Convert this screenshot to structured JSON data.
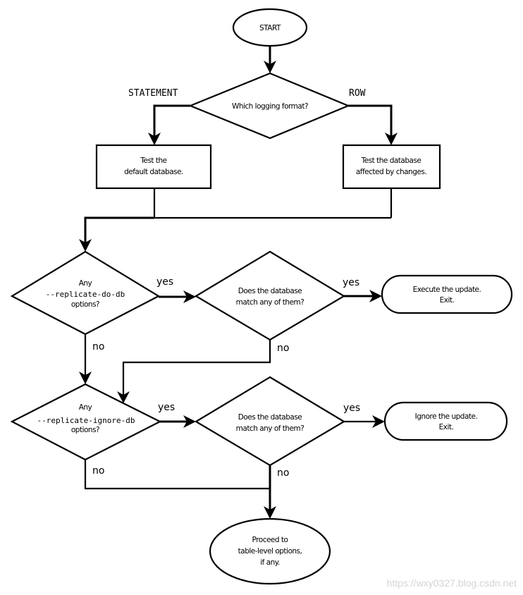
{
  "diagram": {
    "type": "flowchart",
    "nodes": {
      "start": {
        "label": "START"
      },
      "format_decision": {
        "label": "Which logging format?"
      },
      "test_default_db": {
        "line1": "Test the",
        "line2": "default database."
      },
      "test_affected_db": {
        "line1": "Test the database",
        "line2": "affected by changes."
      },
      "do_db_decision": {
        "line1": "Any",
        "line2": "--replicate-do-db",
        "line3": "options?"
      },
      "do_db_match": {
        "line1": "Does the database",
        "line2": "match any of them?"
      },
      "execute_exit": {
        "line1": "Execute the update.",
        "line2": "Exit."
      },
      "ignore_db_decision": {
        "line1": "Any",
        "line2": "--replicate-ignore-db",
        "line3": "options?"
      },
      "ignore_db_match": {
        "line1": "Does the database",
        "line2": "match any of them?"
      },
      "ignore_exit": {
        "line1": "Ignore the update.",
        "line2": "Exit."
      },
      "proceed": {
        "line1": "Proceed to",
        "line2": "table-level options,",
        "line3": "if any."
      }
    },
    "edge_labels": {
      "statement": "STATEMENT",
      "row": "ROW",
      "do_db_yes": "yes",
      "do_db_no": "no",
      "do_match_yes": "yes",
      "do_match_no": "no",
      "ignore_db_yes": "yes",
      "ignore_db_no": "no",
      "ignore_match_yes": "yes",
      "ignore_match_no": "no"
    },
    "edges": [
      {
        "from": "start",
        "to": "format_decision"
      },
      {
        "from": "format_decision",
        "to": "test_default_db",
        "label": "STATEMENT"
      },
      {
        "from": "format_decision",
        "to": "test_affected_db",
        "label": "ROW"
      },
      {
        "from": "test_default_db",
        "to": "do_db_decision"
      },
      {
        "from": "test_affected_db",
        "to": "do_db_decision"
      },
      {
        "from": "do_db_decision",
        "to": "do_db_match",
        "label": "yes"
      },
      {
        "from": "do_db_decision",
        "to": "ignore_db_decision",
        "label": "no"
      },
      {
        "from": "do_db_match",
        "to": "execute_exit",
        "label": "yes"
      },
      {
        "from": "do_db_match",
        "to": "ignore_db_decision",
        "label": "no"
      },
      {
        "from": "ignore_db_decision",
        "to": "ignore_db_match",
        "label": "yes"
      },
      {
        "from": "ignore_db_decision",
        "to": "proceed",
        "label": "no"
      },
      {
        "from": "ignore_db_match",
        "to": "ignore_exit",
        "label": "yes"
      },
      {
        "from": "ignore_db_match",
        "to": "proceed",
        "label": "no"
      }
    ]
  },
  "watermark": "https://wxy0327.blog.csdn.net"
}
